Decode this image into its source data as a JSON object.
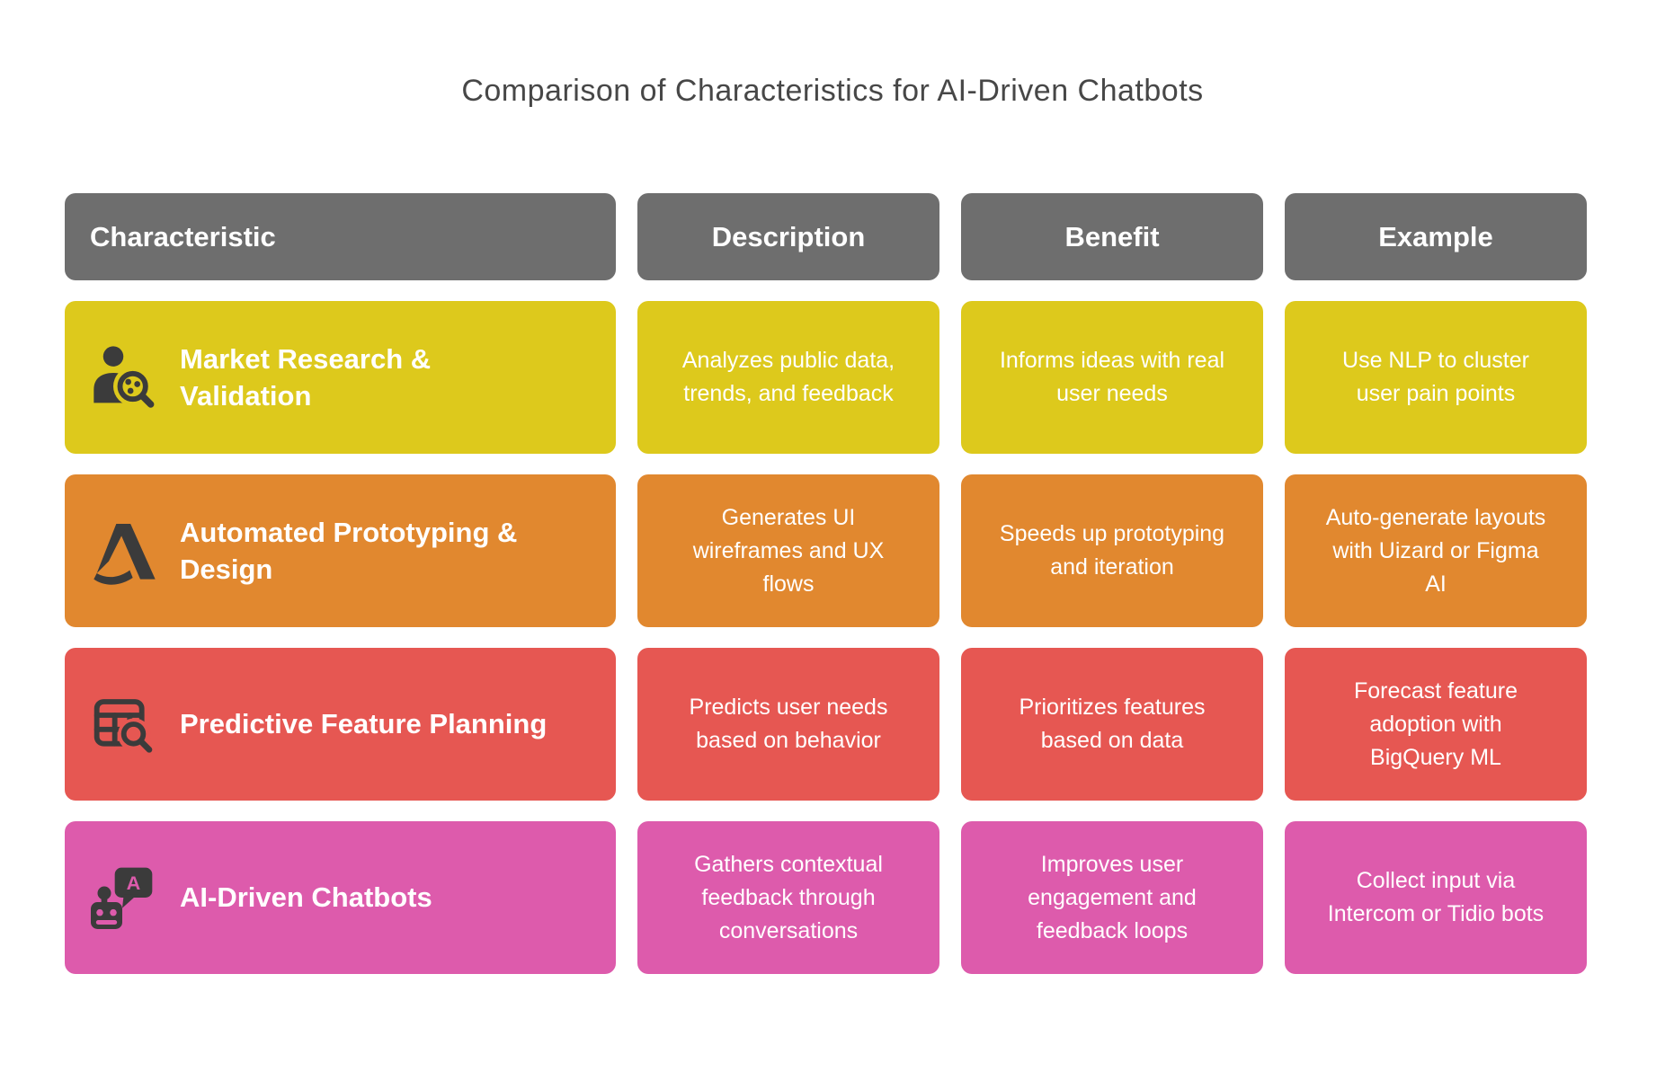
{
  "title": "Comparison of Characteristics for AI-Driven Chatbots",
  "colors": {
    "page_bg": "#ffffff",
    "title_text": "#474747",
    "header_bg": "#6e6e6e",
    "header_text": "#ffffff",
    "cell_text": "#ffffff",
    "icon_dark": "#3b3b3b"
  },
  "table": {
    "headers": {
      "characteristic": "Characteristic",
      "description": "Description",
      "benefit": "Benefit",
      "example": "Example"
    },
    "rows": [
      {
        "name": "Market Research & Validation",
        "icon": "person-search-icon",
        "color": "#ddc91c",
        "description": "Analyzes public data, trends, and feedback",
        "benefit": "Informs ideas with real user needs",
        "example": "Use NLP to cluster user pain points"
      },
      {
        "name": "Automated Prototyping & Design",
        "icon": "stylized-a-design-icon",
        "color": "#e1882f",
        "description": "Generates UI wireframes and UX flows",
        "benefit": "Speeds up prototyping and iteration",
        "example": "Auto-generate layouts with Uizard or Figma AI"
      },
      {
        "name": "Predictive Feature Planning",
        "icon": "table-search-icon",
        "color": "#e65752",
        "description": "Predicts user needs based on behavior",
        "benefit": "Prioritizes features based on data",
        "example": "Forecast feature adoption with BigQuery ML"
      },
      {
        "name": "AI-Driven Chatbots",
        "icon": "chatbot-icon",
        "color": "#dd5bac",
        "description": "Gathers contextual feedback through conversations",
        "benefit": "Improves user engagement and feedback loops",
        "example": "Collect input via Intercom or Tidio bots"
      }
    ]
  }
}
